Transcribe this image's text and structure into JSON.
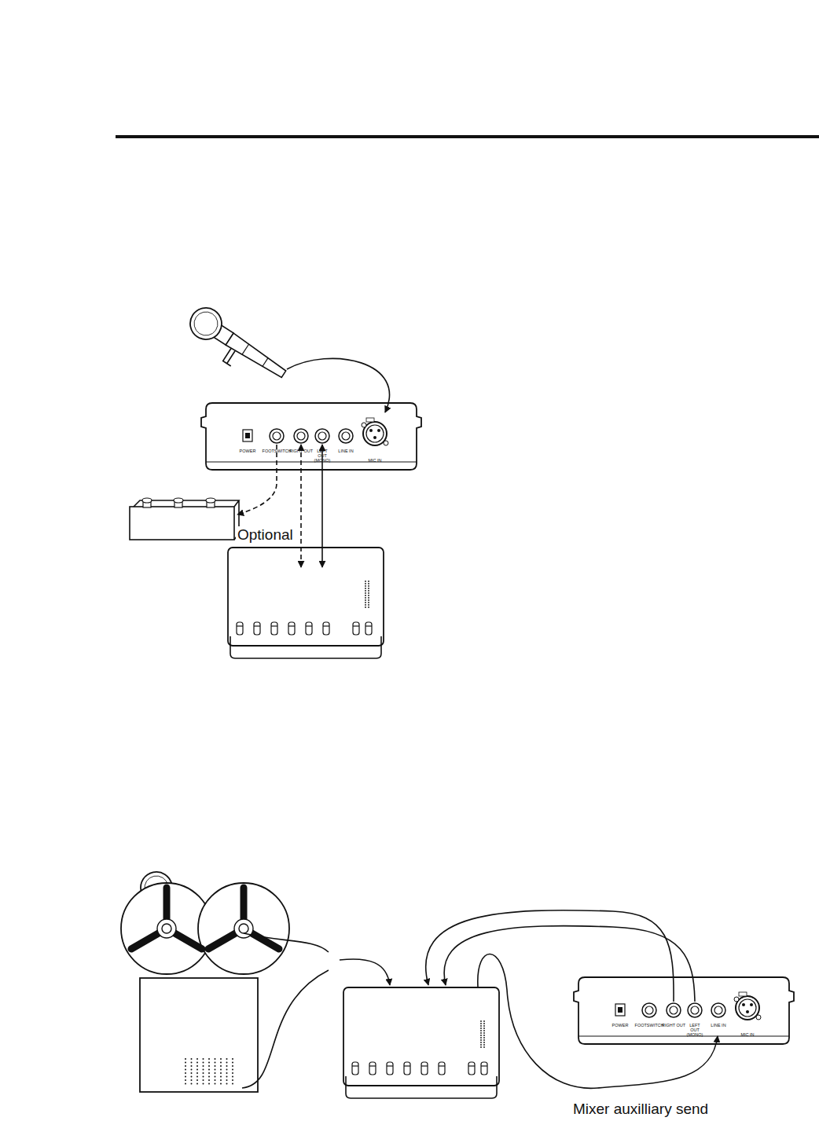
{
  "diagram": {
    "nodes": [
      {
        "text": [
          "POWER",
          "FOOTSWITCH",
          "RIGHT OUT",
          "LEFT OUT (MONO)",
          "LINE IN",
          "MIC IN"
        ]
      },
      {
        "text": [
          "POWER",
          "FOOTSWITCH",
          "RIGHT OUT",
          "LEFT OUT (MONO)",
          "LINE IN",
          "MIC IN"
        ]
      }
    ],
    "labels": [
      "Optional",
      "Mixer auxilliary send"
    ]
  }
}
